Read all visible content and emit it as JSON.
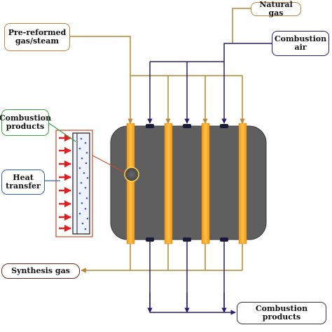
{
  "labels": {
    "natural_gas": "Natural gas",
    "pre_reformed": "Pre-reformed\ngas/steam",
    "combustion_air": "Combustion air",
    "combustion_products_side": "Combustion\nproducts",
    "heat_transfer": "Heat\ntransfer",
    "synthesis_gas": "Synthesis gas",
    "combustion_products_bottom": "Combustion products"
  },
  "colors": {
    "reformer_body": "#5f5f5f",
    "reformer_tube": "#f7a81b",
    "process_line": "#b8862f",
    "air_line": "#2e1a6e",
    "heat_arrow": "#e02020",
    "dot": "#3a5fb0",
    "box_orange": "#c8823a",
    "box_purple": "#2e1a6e",
    "box_green": "#3aa043",
    "box_blue": "#2b5fb5",
    "box_brown": "#6b2a1a"
  }
}
